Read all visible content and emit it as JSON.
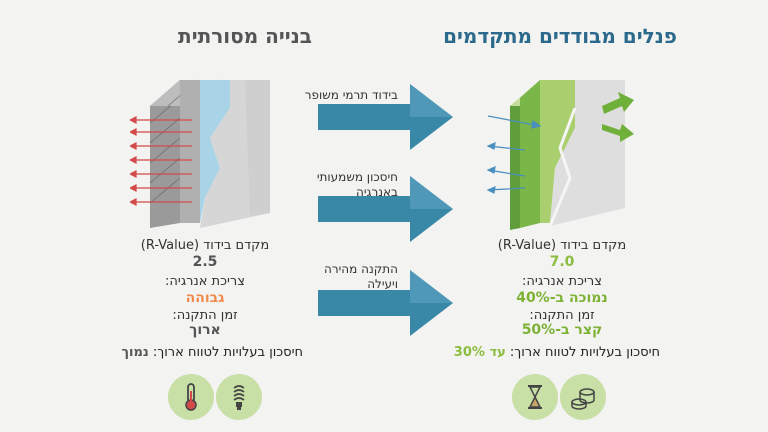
{
  "left": {
    "title": "בנייה מסורתית",
    "r_label": "מקדם בידוד (R-Value)",
    "r_value": "2.5",
    "energy_label": "צריכת אנרגיה:",
    "energy_value": "גבוהה",
    "install_label": "זמן התקנה:",
    "install_value": "ארוך",
    "savings_label": "חיסכון בעלויות לטווח ארוך:",
    "savings_value": "נמוך",
    "icons": [
      "thermometer-icon",
      "light-bulb-icon"
    ]
  },
  "right": {
    "title": "פנלים מבודדים מתקדמים",
    "r_label": "מקדם בידוד (R-Value)",
    "r_value": "7.0",
    "energy_label": "צריכת אנרגיה:",
    "energy_value": "נמוכה ב-40%",
    "install_label": "זמן התקנה:",
    "install_value": "קצר ב-50%",
    "savings_label": "חיסכון בעלויות לטווח ארוך:",
    "savings_value": "עד 30%",
    "icons": [
      "hourglass-icon",
      "coins-icon"
    ]
  },
  "arrows": [
    {
      "label": "בידוד תרמי משופר"
    },
    {
      "label_line1": "חיסכון משמעותי",
      "label_line2": "באנרגיה"
    },
    {
      "label_line1": "התקנה מהירה",
      "label_line2": "ויעילה"
    }
  ],
  "colors": {
    "arrow": "#3a88a8",
    "green": "#8cbd3e",
    "orange": "#f08a4b",
    "title_blue": "#2b6a8c",
    "icon_circle": "#c8dfa6"
  }
}
